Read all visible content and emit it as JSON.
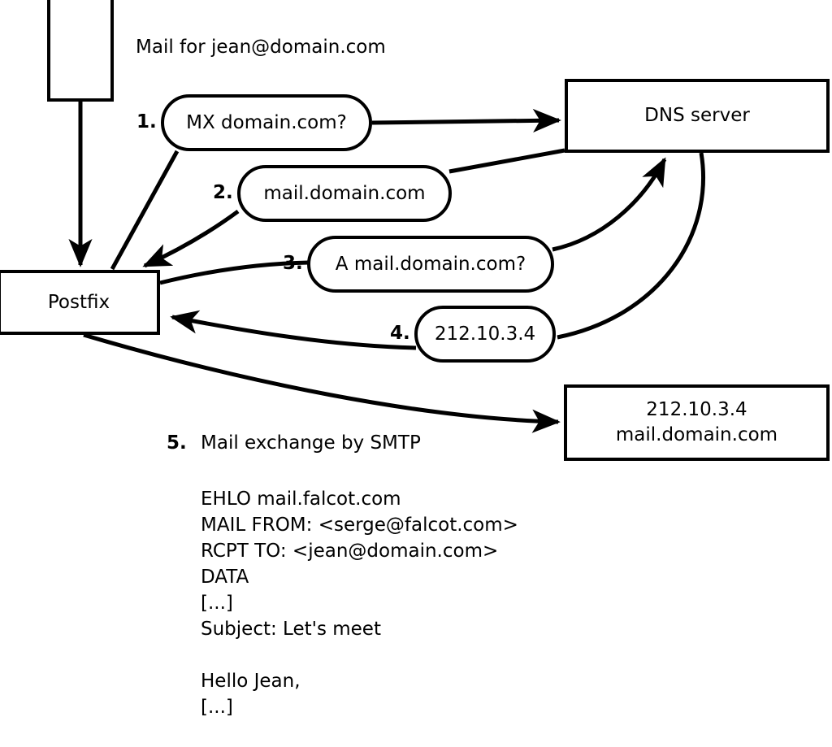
{
  "diagram": {
    "title_text": "Mail for jean@domain.com",
    "nodes": {
      "client": {
        "label": ""
      },
      "postfix": {
        "label": "Postfix"
      },
      "dns_server": {
        "label": "DNS server"
      },
      "target_server": {
        "label": "212.10.3.4\nmail.domain.com"
      }
    },
    "steps": [
      {
        "number": "1.",
        "label": "MX domain.com?"
      },
      {
        "number": "2.",
        "label": "mail.domain.com"
      },
      {
        "number": "3.",
        "label": "A mail.domain.com?"
      },
      {
        "number": "4.",
        "label": "212.10.3.4"
      },
      {
        "number": "5.",
        "label": "Mail exchange by SMTP"
      }
    ],
    "smtp_transcript": "EHLO mail.falcot.com\nMAIL FROM: <serge@falcot.com>\nRCPT TO: <jean@domain.com>\nDATA\n[...]\nSubject: Let's meet\n\nHello Jean,\n[...]\n\n.",
    "colors": {
      "stroke": "#000000",
      "background": "#ffffff"
    }
  }
}
